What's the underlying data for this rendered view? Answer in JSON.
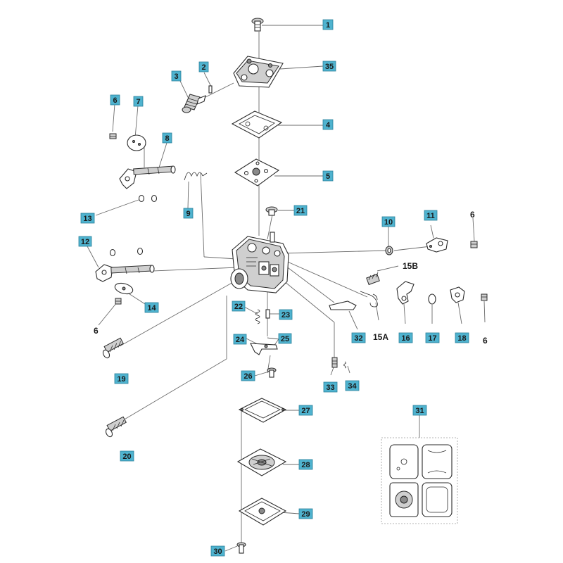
{
  "callouts": {
    "1": "1",
    "2": "2",
    "3": "3",
    "4": "4",
    "5": "5",
    "6": "6",
    "7": "7",
    "8": "8",
    "9": "9",
    "10": "10",
    "11": "11",
    "12": "12",
    "13": "13",
    "14": "14",
    "16": "16",
    "17": "17",
    "18": "18",
    "19": "19",
    "20": "20",
    "21": "21",
    "22": "22",
    "23": "23",
    "24": "24",
    "25": "25",
    "26": "26",
    "27": "27",
    "28": "28",
    "29": "29",
    "30": "30",
    "31": "31",
    "32": "32",
    "33": "33",
    "34": "34",
    "35": "35"
  },
  "plain_labels": {
    "15A": "15A",
    "15B": "15B",
    "6a": "6",
    "6b": "6",
    "6c": "6"
  },
  "colors": {
    "callout_fill": "#4fb3cf",
    "line": "#6b6b6b",
    "part_outline": "#2b2b2b"
  }
}
